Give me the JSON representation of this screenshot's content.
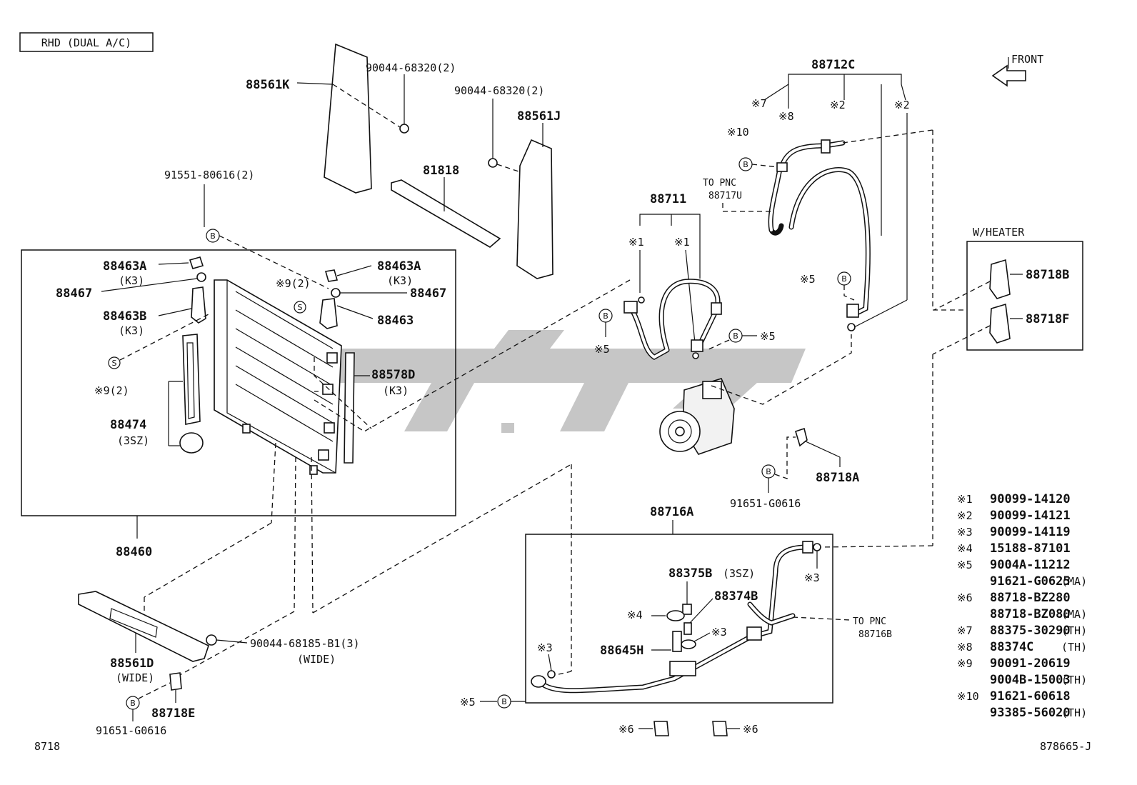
{
  "header": {
    "variant": "RHD (DUAL A/C)",
    "front": "FRONT"
  },
  "footer": {
    "page_left": "8718",
    "drawing_no": "878665-J"
  },
  "watermark_text": "پیچ",
  "condenser": {
    "p88561K": "88561K",
    "bolt1": "90044-68320(2)",
    "bolt2": "90044-68320(2)",
    "p88561J": "88561J",
    "p81818": "81818",
    "clip": "91551-80616(2)",
    "p88463A_l": "88463A",
    "k3_a": "(K3)",
    "p88467_l": "88467",
    "p88463B": "88463B",
    "k3_b": "(K3)",
    "s9_l": "※9(2)",
    "p88474": "88474",
    "sz3": "(3SZ)",
    "s9_r": "※9(2)",
    "p88463A_r": "88463A",
    "k3_c": "(K3)",
    "p88467_r": "88467",
    "p88463": "88463",
    "p88578D": "88578D",
    "k3_d": "(K3)",
    "p88460": "88460",
    "p88561D": "88561D",
    "wide1": "(WIDE)",
    "bolt3": "90044-68185-B1(3)",
    "wide2": "(WIDE)",
    "p88718E": "88718E",
    "clip2": "91651-G0616"
  },
  "hoses": {
    "p88712C": "88712C",
    "m7": "※7",
    "m8": "※8",
    "m2a": "※2",
    "m2b": "※2",
    "m10": "※10",
    "to_pnc_a": "TO PNC",
    "pnc_a": "88717U",
    "p88711": "88711",
    "m1a": "※1",
    "m1b": "※1",
    "m5a": "※5",
    "m5b": "※5",
    "m5c": "※5",
    "p88718A": "88718A",
    "clip3": "91651-G0616",
    "heater_label": "W/HEATER",
    "p88718B": "88718B",
    "p88718F": "88718F"
  },
  "liquid": {
    "p88716A": "88716A",
    "p88375B": "88375B",
    "sz3": "(3SZ)",
    "p88374B": "88374B",
    "m4": "※4",
    "m3a": "※3",
    "m3b": "※3",
    "m3c": "※3",
    "p88645H": "88645H",
    "to_pnc_b": "TO PNC",
    "pnc_b": "88716B",
    "m5d": "※5",
    "m6a": "※6",
    "m6b": "※6"
  },
  "circle_letters": {
    "b": "B",
    "s": "S"
  },
  "legend": [
    {
      "mark": "※1",
      "lines": [
        {
          "no": "90099-14120",
          "suffix": ""
        }
      ]
    },
    {
      "mark": "※2",
      "lines": [
        {
          "no": "90099-14121",
          "suffix": ""
        }
      ]
    },
    {
      "mark": "※3",
      "lines": [
        {
          "no": "90099-14119",
          "suffix": ""
        }
      ]
    },
    {
      "mark": "※4",
      "lines": [
        {
          "no": "15188-87101",
          "suffix": ""
        }
      ]
    },
    {
      "mark": "※5",
      "lines": [
        {
          "no": "9004A-11212",
          "suffix": ""
        },
        {
          "no": "91621-G0625",
          "suffix": "(MA)"
        }
      ]
    },
    {
      "mark": "※6",
      "lines": [
        {
          "no": "88718-BZ280",
          "suffix": ""
        },
        {
          "no": "88718-BZ080",
          "suffix": "(MA)"
        }
      ]
    },
    {
      "mark": "※7",
      "lines": [
        {
          "no": "88375-30290",
          "suffix": "(TH)"
        }
      ]
    },
    {
      "mark": "※8",
      "lines": [
        {
          "no": "88374C",
          "suffix": "(TH)"
        }
      ]
    },
    {
      "mark": "※9",
      "lines": [
        {
          "no": "90091-20619",
          "suffix": ""
        },
        {
          "no": "9004B-15003",
          "suffix": "(TH)"
        }
      ]
    },
    {
      "mark": "※10",
      "lines": [
        {
          "no": "91621-60618",
          "suffix": ""
        },
        {
          "no": "93385-56020",
          "suffix": "(TH)"
        }
      ]
    }
  ]
}
